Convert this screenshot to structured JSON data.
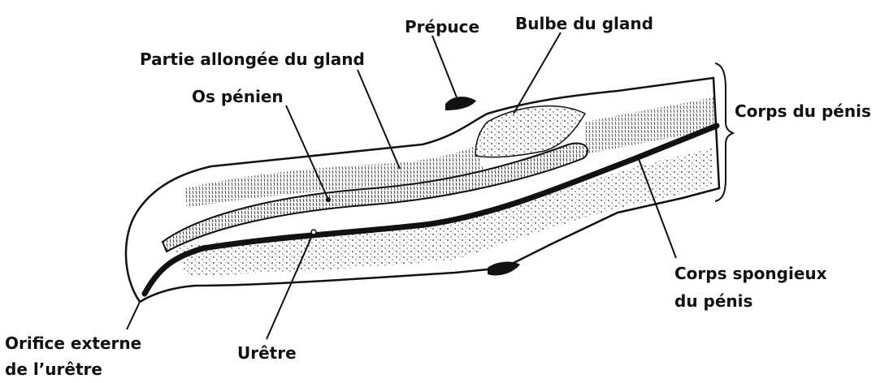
{
  "labels": {
    "prepuce": "Prépuce",
    "bulbe": "Bulbe du gland",
    "partie": "Partie allongée du gland",
    "os": "Os pénien",
    "corps_penis": "Corps du pénis",
    "spongieux_1": "Corps spongieux",
    "spongieux_2": "du pénis",
    "orifice_1": "Orifice externe",
    "orifice_2": "de l’urêtre",
    "uretre": "Urêtre"
  },
  "colors": {
    "ink": "#111111",
    "background": "#ffffff"
  }
}
